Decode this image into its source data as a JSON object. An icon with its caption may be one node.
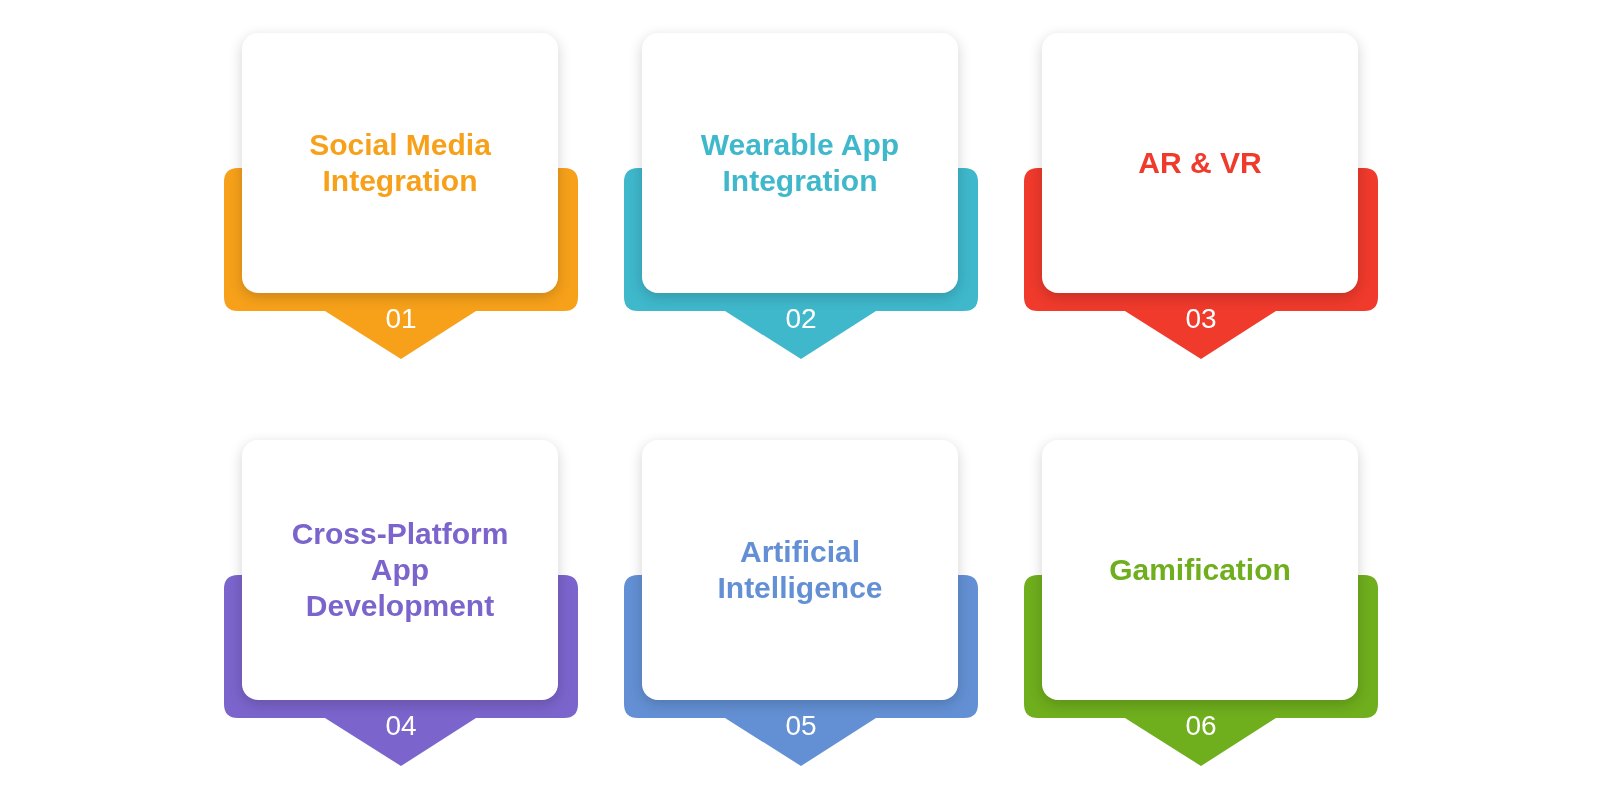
{
  "diagram": {
    "nodes": [
      {
        "text": [
          "Social Media Integration",
          "01"
        ]
      },
      {
        "text": [
          "Wearable App Integration",
          "02"
        ]
      },
      {
        "text": [
          "AR & VR",
          "03"
        ]
      },
      {
        "text": [
          "Cross-Platform App Development",
          "04"
        ]
      },
      {
        "text": [
          "Artificial Intelligence",
          "05"
        ]
      },
      {
        "text": [
          "Gamification",
          "06"
        ]
      }
    ]
  }
}
